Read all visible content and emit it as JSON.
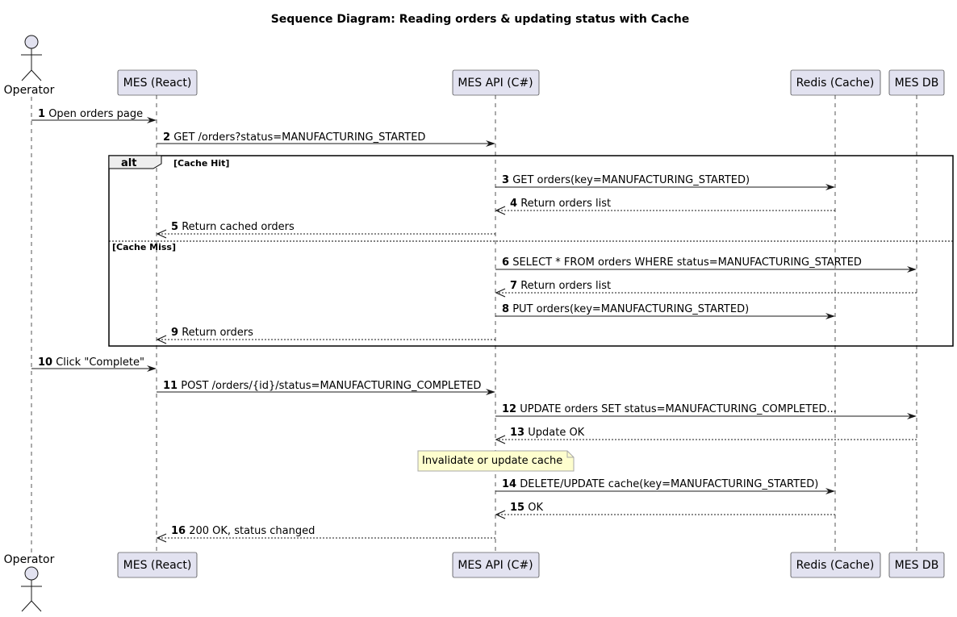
{
  "title": "Sequence Diagram: Reading orders & updating status with Cache",
  "colors": {
    "participant_fill": "#e2e2f0",
    "participant_stroke": "#181818",
    "note_fill": "#fefece",
    "note_stroke": "#a8a8a8",
    "lifeline": "#555555",
    "line": "#181818",
    "text": "#000000"
  },
  "participants": [
    {
      "id": "operator",
      "label": "Operator",
      "kind": "actor"
    },
    {
      "id": "react",
      "label": "MES (React)",
      "kind": "box"
    },
    {
      "id": "api",
      "label": "MES API (C#)",
      "kind": "box"
    },
    {
      "id": "redis",
      "label": "Redis (Cache)",
      "kind": "box"
    },
    {
      "id": "db",
      "label": "MES DB",
      "kind": "box"
    }
  ],
  "messages": [
    {
      "num": "1",
      "text": "Open orders page",
      "from": "operator",
      "to": "react",
      "dashed": false
    },
    {
      "num": "2",
      "text": "GET /orders?status=MANUFACTURING_STARTED",
      "from": "react",
      "to": "api",
      "dashed": false
    },
    {
      "num": "3",
      "text": "GET orders(key=MANUFACTURING_STARTED)",
      "from": "api",
      "to": "redis",
      "dashed": false
    },
    {
      "num": "4",
      "text": "Return orders list",
      "from": "redis",
      "to": "api",
      "dashed": true
    },
    {
      "num": "5",
      "text": "Return cached orders",
      "from": "api",
      "to": "react",
      "dashed": true
    },
    {
      "num": "6",
      "text": "SELECT * FROM orders WHERE status=MANUFACTURING_STARTED",
      "from": "api",
      "to": "db",
      "dashed": false
    },
    {
      "num": "7",
      "text": "Return orders list",
      "from": "db",
      "to": "api",
      "dashed": true
    },
    {
      "num": "8",
      "text": "PUT orders(key=MANUFACTURING_STARTED)",
      "from": "api",
      "to": "redis",
      "dashed": false
    },
    {
      "num": "9",
      "text": "Return orders",
      "from": "api",
      "to": "react",
      "dashed": true
    },
    {
      "num": "10",
      "text": "Click \"Complete\"",
      "from": "operator",
      "to": "react",
      "dashed": false
    },
    {
      "num": "11",
      "text": "POST /orders/{id}/status=MANUFACTURING_COMPLETED",
      "from": "react",
      "to": "api",
      "dashed": false
    },
    {
      "num": "12",
      "text": "UPDATE orders SET status=MANUFACTURING_COMPLETED...",
      "from": "api",
      "to": "db",
      "dashed": false
    },
    {
      "num": "13",
      "text": "Update OK",
      "from": "db",
      "to": "api",
      "dashed": true
    },
    {
      "num": "14",
      "text": "DELETE/UPDATE cache(key=MANUFACTURING_STARTED)",
      "from": "api",
      "to": "redis",
      "dashed": false
    },
    {
      "num": "15",
      "text": "OK",
      "from": "redis",
      "to": "api",
      "dashed": true
    },
    {
      "num": "16",
      "text": "200 OK, status changed",
      "from": "api",
      "to": "react",
      "dashed": true
    }
  ],
  "fragment": {
    "keyword": "alt",
    "sections": [
      {
        "guard": "[Cache Hit]"
      },
      {
        "guard": "[Cache Miss]"
      }
    ]
  },
  "note": {
    "text": "Invalidate or update cache",
    "over": "api"
  }
}
